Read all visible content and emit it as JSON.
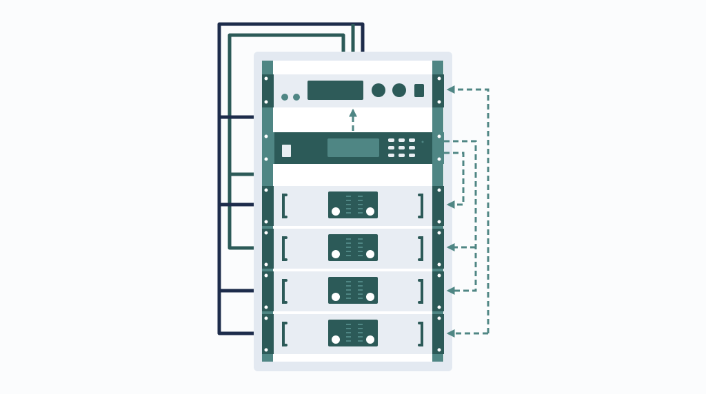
{
  "diagram": {
    "subject": "equipment-rack",
    "units": [
      {
        "id": "controller",
        "kind": "controller-unit"
      },
      {
        "id": "processor",
        "kind": "processor-unit"
      },
      {
        "id": "amp-1",
        "kind": "amplifier"
      },
      {
        "id": "amp-2",
        "kind": "amplifier"
      },
      {
        "id": "amp-3",
        "kind": "amplifier"
      },
      {
        "id": "amp-4",
        "kind": "amplifier"
      }
    ],
    "colors": {
      "background": "#fbfcfd",
      "rack": "#e3e9f1",
      "panel": "#e8edf3",
      "rail": "#4f8684",
      "dark": "#2c5a58",
      "navy": "#1d2c4b",
      "accent": "#4f8684",
      "light": "#e8eef2"
    }
  }
}
